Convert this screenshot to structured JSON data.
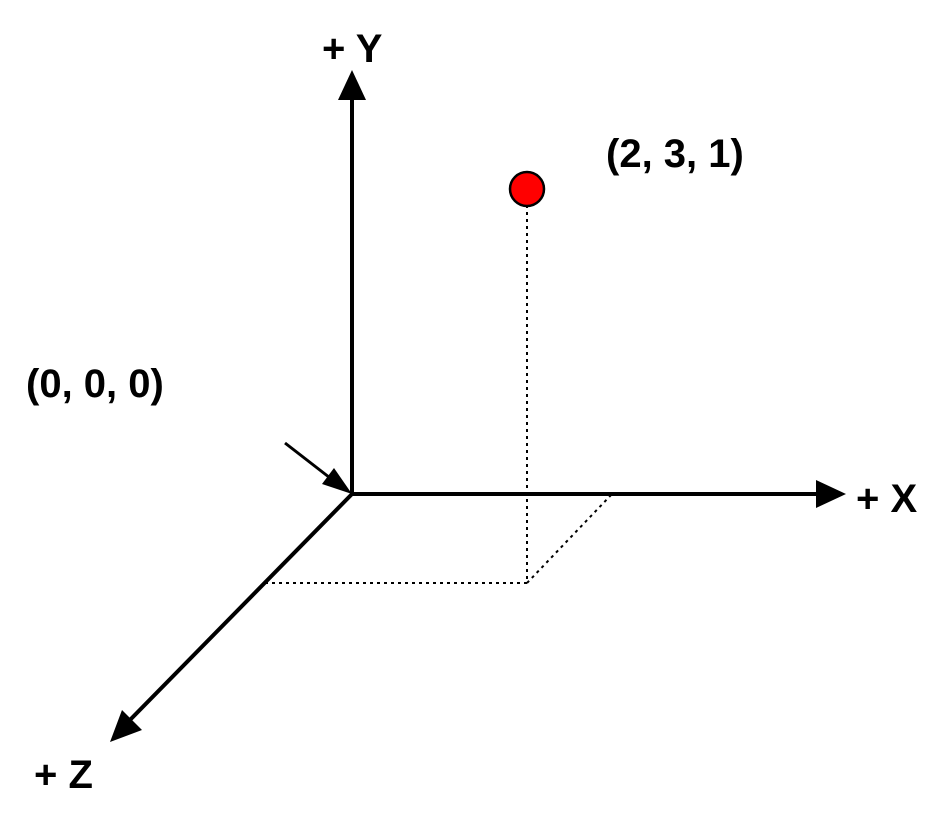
{
  "diagram": {
    "labels": {
      "y_axis": "+ Y",
      "x_axis": "+ X",
      "z_axis": "+ Z",
      "origin": "(0, 0, 0)",
      "point": "(2, 3, 1)"
    },
    "point": {
      "x": 2,
      "y": 3,
      "z": 1
    },
    "origin": {
      "x": 0,
      "y": 0,
      "z": 0
    },
    "colors": {
      "axis": "#000000",
      "point_fill": "#ff0000",
      "point_stroke": "#000000",
      "guide": "#000000",
      "background": "#ffffff"
    }
  }
}
